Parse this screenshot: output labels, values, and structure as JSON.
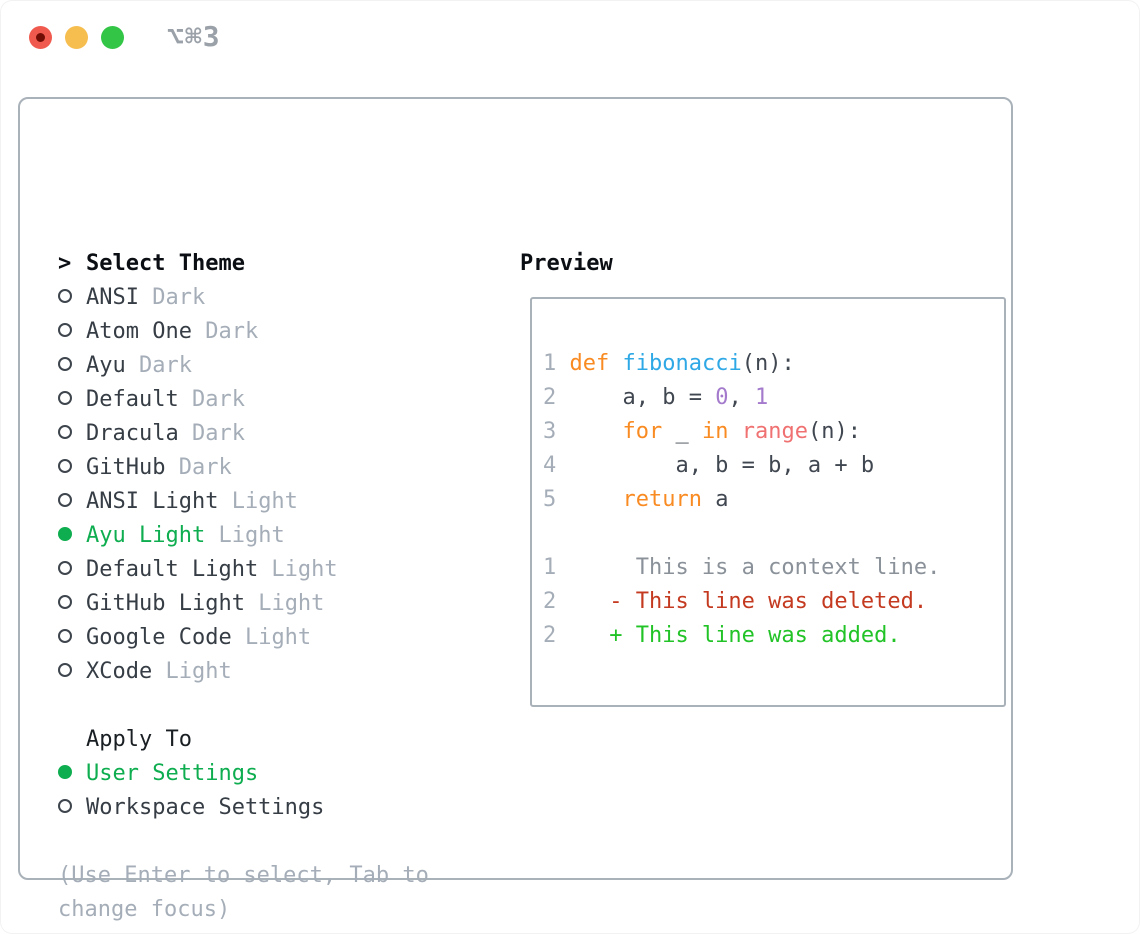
{
  "window": {
    "title": "⌥⌘3"
  },
  "colors": {
    "traffic_red": "#F0594D",
    "traffic_red_dot": "#720D05",
    "traffic_yellow": "#F6BD4F",
    "traffic_green": "#32C546",
    "title_gray": "#9BA1A8",
    "panel_border": "#A9B1B9",
    "header_black": "#0B0F14",
    "item_text": "#363D45",
    "variant_gray": "#A5AEB8",
    "hint_gray": "#A5AEB8",
    "selected_green": "#0EAD4F",
    "radio_outline": "#3E454D",
    "apply_header_text": "#1A1F24",
    "line_number_gray": "#A5AEB8",
    "keyword_orange": "#F98B23",
    "function_blue": "#2FA8E6",
    "number_purple": "#A37ACC",
    "call_coral": "#F07171",
    "code_text": "#404750",
    "context_gray": "#8A9199",
    "deleted_red": "#C43A20",
    "added_green": "#22C327"
  },
  "theme_picker": {
    "header_marker": ">",
    "header": "Select Theme",
    "items": [
      {
        "name": "ANSI",
        "variant": "Dark",
        "selected": false
      },
      {
        "name": "Atom One",
        "variant": "Dark",
        "selected": false
      },
      {
        "name": "Ayu",
        "variant": "Dark",
        "selected": false
      },
      {
        "name": "Default",
        "variant": "Dark",
        "selected": false
      },
      {
        "name": "Dracula",
        "variant": "Dark",
        "selected": false
      },
      {
        "name": "GitHub",
        "variant": "Dark",
        "selected": false
      },
      {
        "name": "ANSI Light",
        "variant": "Light",
        "selected": false
      },
      {
        "name": "Ayu Light",
        "variant": "Light",
        "selected": true
      },
      {
        "name": "Default Light",
        "variant": "Light",
        "selected": false
      },
      {
        "name": "GitHub Light",
        "variant": "Light",
        "selected": false
      },
      {
        "name": "Google Code",
        "variant": "Light",
        "selected": false
      },
      {
        "name": "XCode",
        "variant": "Light",
        "selected": false
      }
    ]
  },
  "apply_to": {
    "header": "Apply To",
    "options": [
      {
        "name": "User Settings",
        "selected": true
      },
      {
        "name": "Workspace Settings",
        "selected": false
      }
    ]
  },
  "hint_lines": [
    "(Use Enter to select, Tab to",
    "change focus)"
  ],
  "preview": {
    "header": "Preview",
    "code_lines": [
      {
        "num": "1",
        "tokens": [
          [
            "def",
            "kw"
          ],
          [
            " ",
            "code"
          ],
          [
            "fibonacci",
            "fn"
          ],
          [
            "(n):",
            "code"
          ]
        ]
      },
      {
        "num": "2",
        "tokens": [
          [
            "    a, b = ",
            "code"
          ],
          [
            "0",
            "lit"
          ],
          [
            ", ",
            "code"
          ],
          [
            "1",
            "lit"
          ]
        ]
      },
      {
        "num": "3",
        "tokens": [
          [
            "    ",
            "code"
          ],
          [
            "for",
            "kw"
          ],
          [
            " _ ",
            "code"
          ],
          [
            "in",
            "kw"
          ],
          [
            " ",
            "code"
          ],
          [
            "range",
            "call"
          ],
          [
            "(n):",
            "code"
          ]
        ]
      },
      {
        "num": "4",
        "tokens": [
          [
            "        a, b = b, a + b",
            "code"
          ]
        ]
      },
      {
        "num": "5",
        "tokens": [
          [
            "    ",
            "code"
          ],
          [
            "return",
            "kw"
          ],
          [
            " a",
            "code"
          ]
        ]
      },
      {
        "num": "",
        "tokens": []
      },
      {
        "num": "1",
        "tokens": [
          [
            "     This is a context line.",
            "ctx"
          ]
        ]
      },
      {
        "num": "2",
        "tokens": [
          [
            "   - This line was deleted.",
            "del"
          ]
        ]
      },
      {
        "num": "2",
        "tokens": [
          [
            "   + This line was added.",
            "add"
          ]
        ]
      }
    ]
  }
}
